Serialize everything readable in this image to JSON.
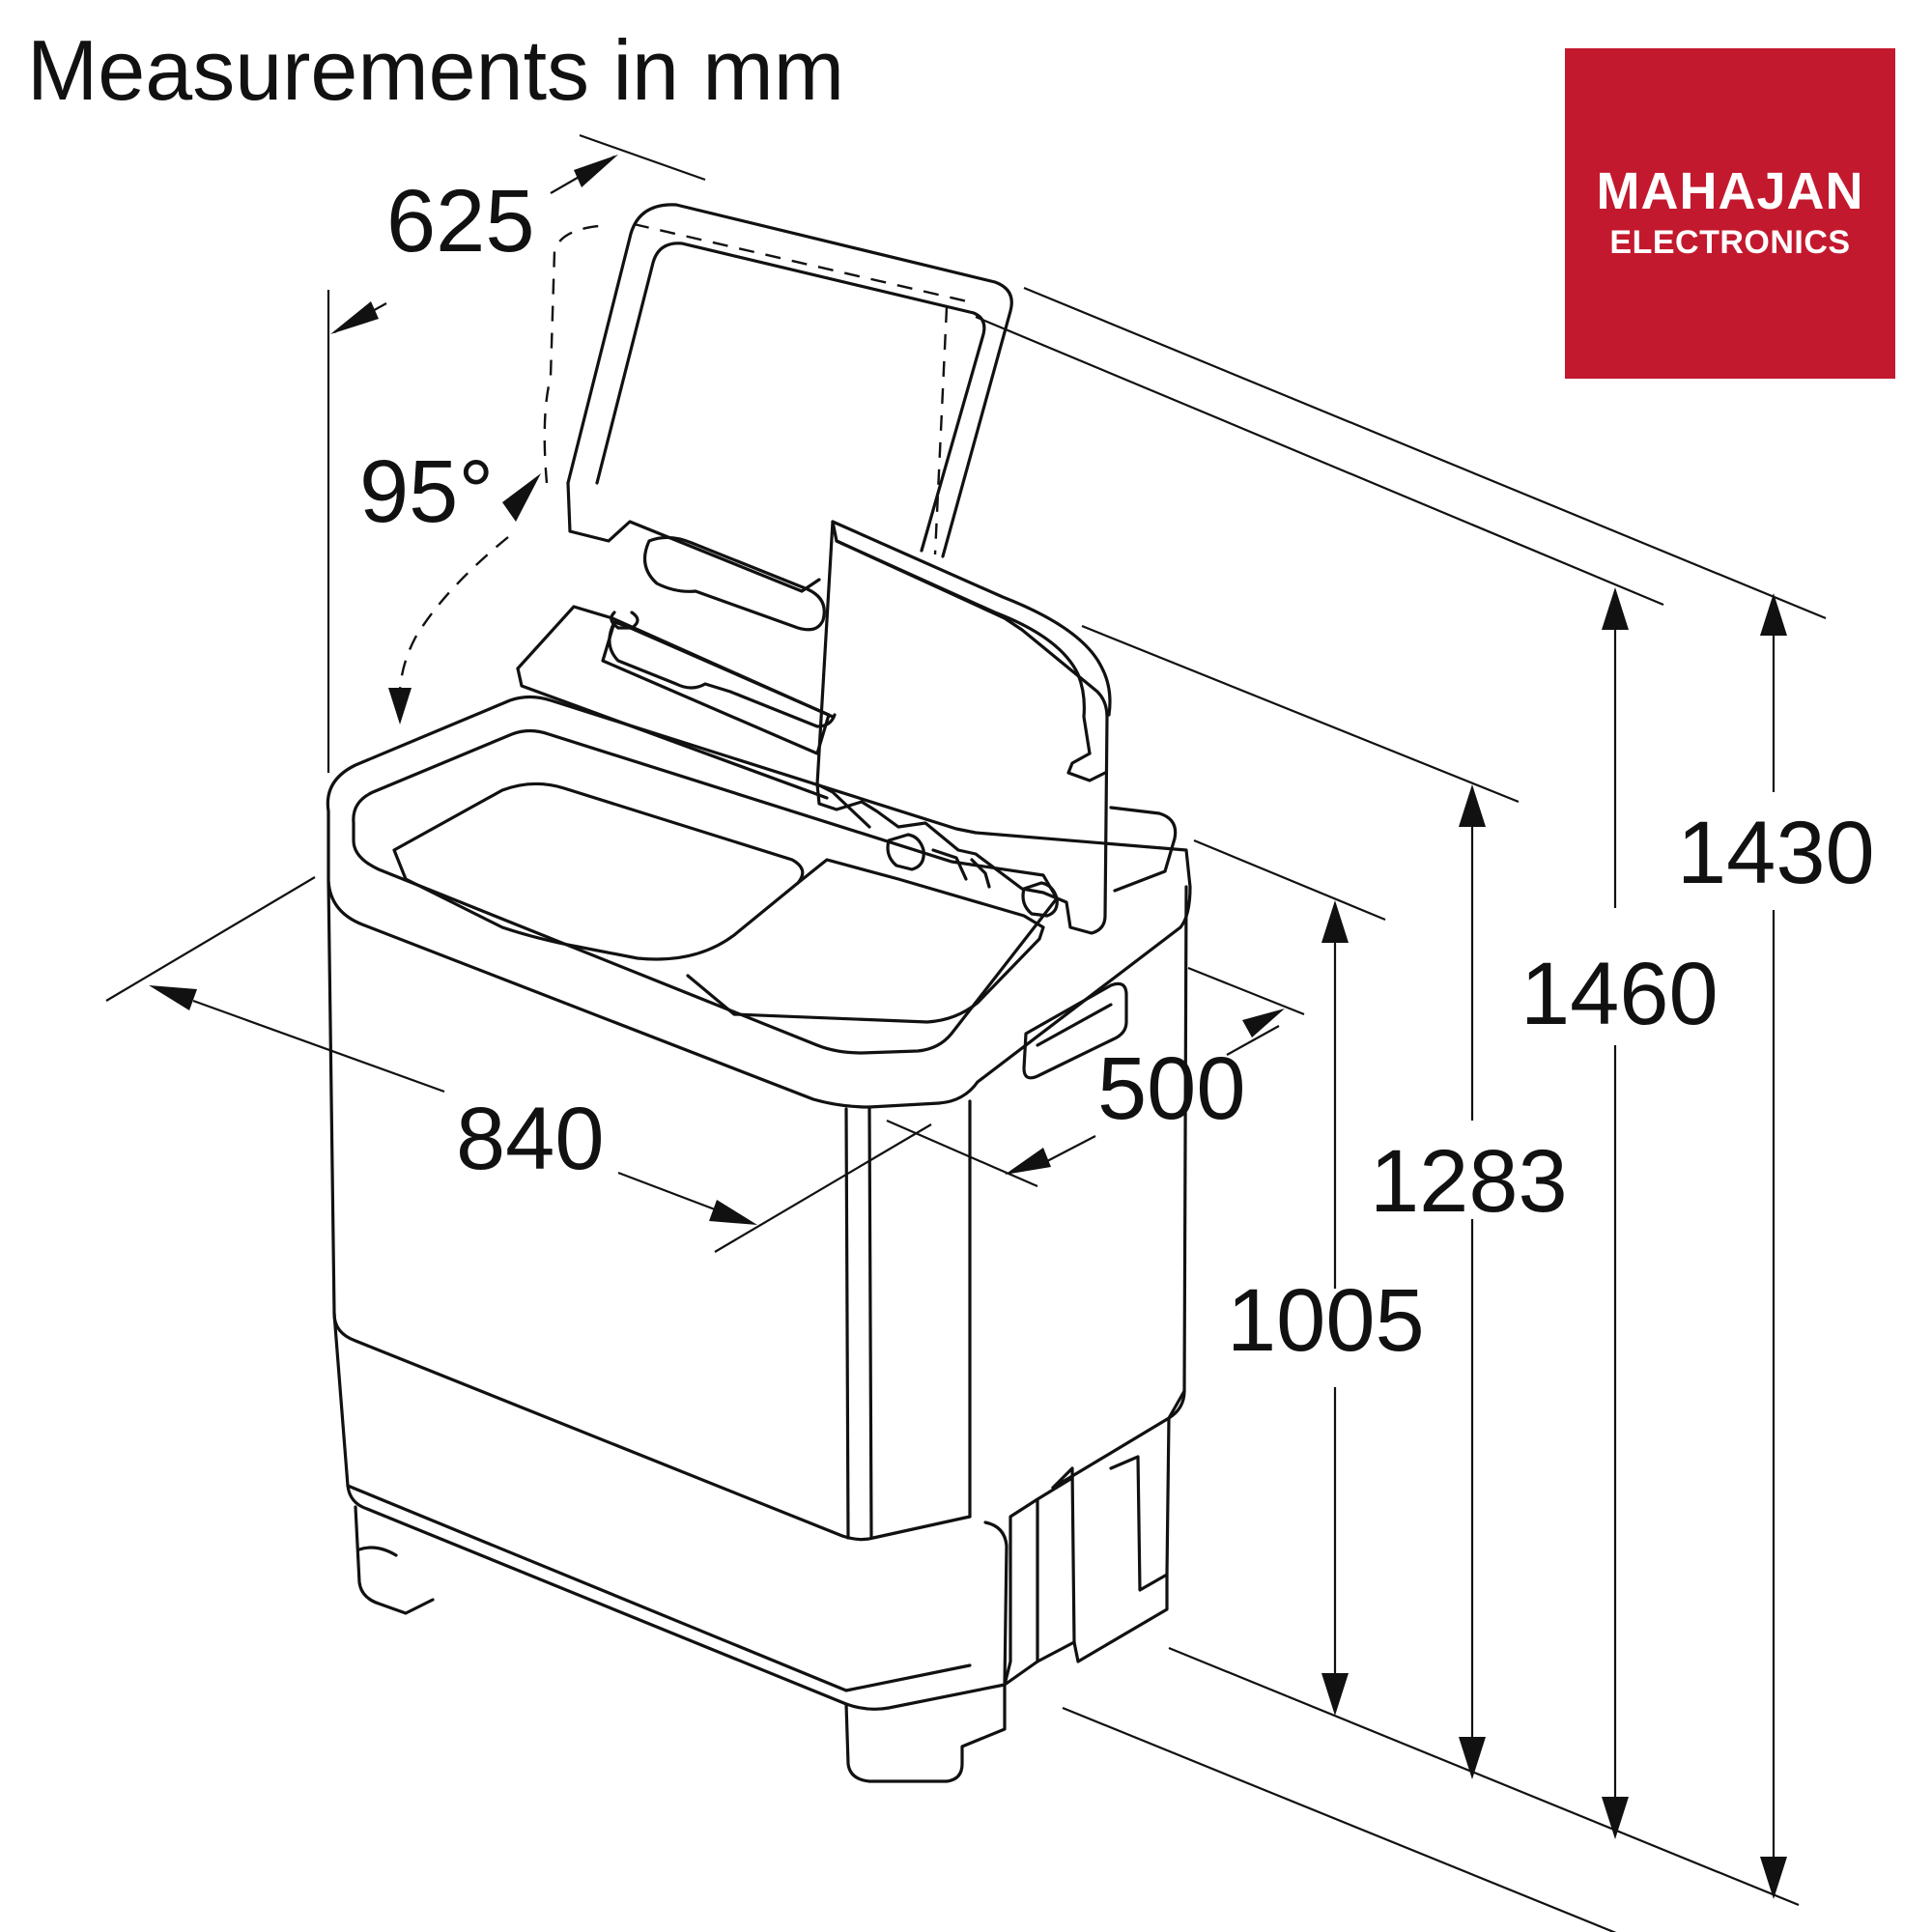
{
  "title": "Measurements in mm",
  "brand": {
    "line1": "MAHAJAN",
    "line2": "ELECTRONICS",
    "background_color": "#c3192e",
    "text_color": "#ffffff"
  },
  "dimensions": {
    "lid_depth": "625",
    "lid_angle": "95°",
    "width": "840",
    "depth": "500",
    "height_body": "1005",
    "height_lid_small": "1283",
    "height_lid_large_open": "1460",
    "height_total": "1430"
  }
}
